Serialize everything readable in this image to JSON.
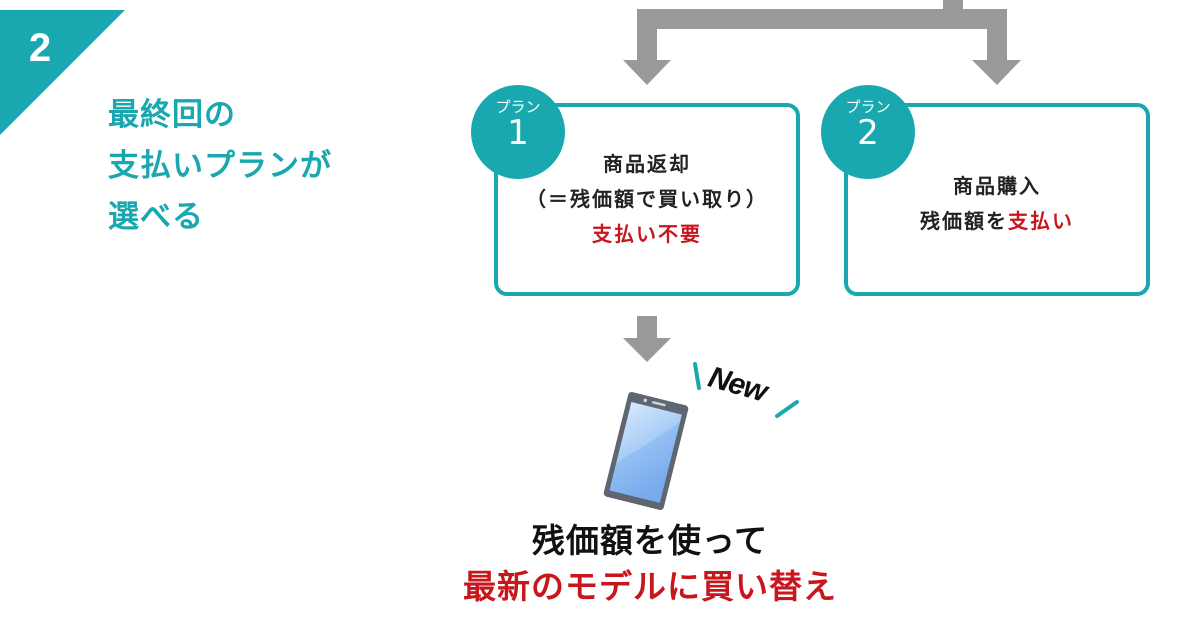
{
  "step": {
    "number": "2",
    "heading_lines": [
      "最終回の",
      "支払いプランが",
      "選べる"
    ]
  },
  "plans": [
    {
      "badge_label": "プラン",
      "badge_number": "1",
      "lines": [
        {
          "text": "商品返却",
          "highlight": false
        },
        {
          "text": "（＝残価額で買い取り）",
          "highlight": false
        },
        {
          "text": "支払い不要",
          "highlight": true
        }
      ]
    },
    {
      "badge_label": "プラン",
      "badge_number": "2",
      "line1": "商品購入",
      "line2_prefix": "残価額を",
      "line2_highlight": "支払い"
    }
  ],
  "new_badge": "New",
  "bottom": {
    "line1": "残価額を使って",
    "line2": "最新のモデルに買い替え"
  },
  "colors": {
    "accent": "#19a8b0",
    "highlight": "#c8161d",
    "arrow": "#999999",
    "phone_frame": "#5f6670",
    "phone_screen_top": "#cfe4fb",
    "phone_screen_bottom": "#7fb0ef"
  },
  "icons": {
    "arrow": "arrow-down-icon",
    "phone": "smartphone-icon"
  }
}
